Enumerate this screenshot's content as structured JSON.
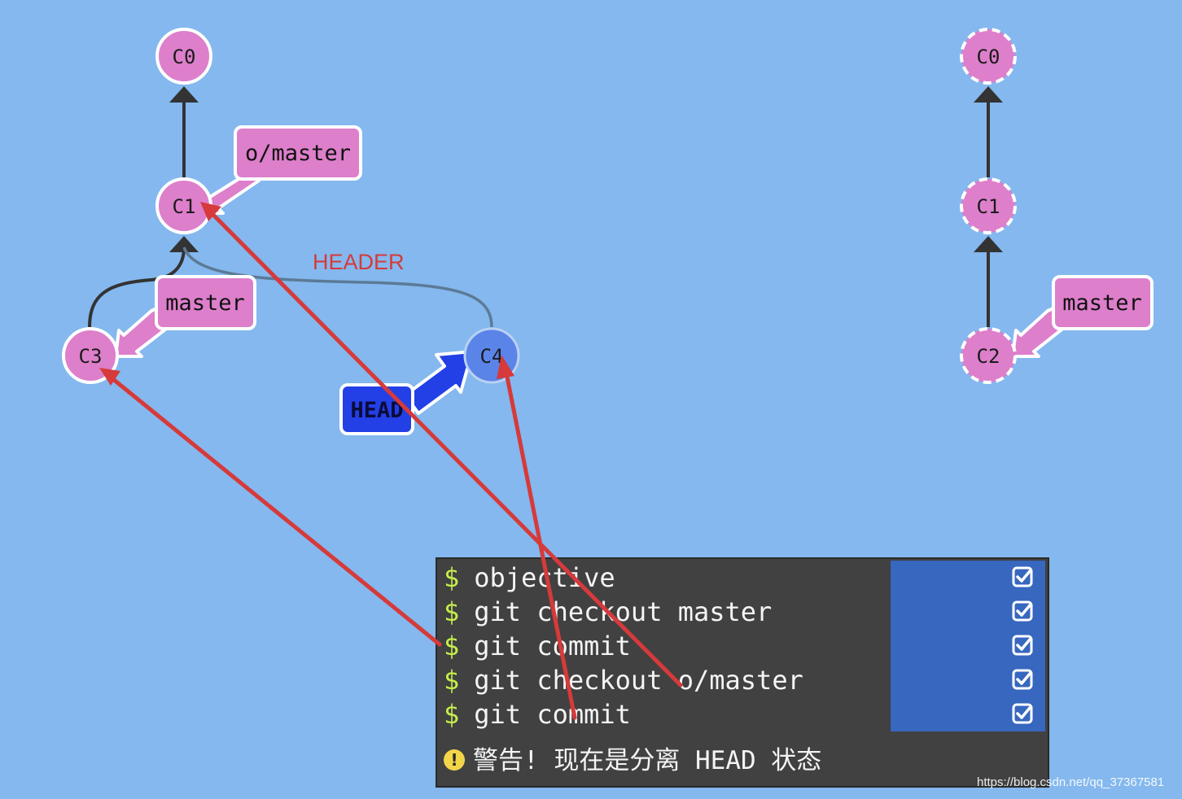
{
  "left_tree": {
    "commits": [
      {
        "id": "C0",
        "label": "C0"
      },
      {
        "id": "C1",
        "label": "C1"
      },
      {
        "id": "C3",
        "label": "C3"
      },
      {
        "id": "C4",
        "label": "C4"
      }
    ],
    "branches": [
      {
        "name": "o/master",
        "target": "C1"
      },
      {
        "name": "master",
        "target": "C3"
      }
    ],
    "head": {
      "label": "HEAD",
      "target": "C4"
    }
  },
  "right_tree": {
    "commits": [
      {
        "id": "C0",
        "label": "C0"
      },
      {
        "id": "C1",
        "label": "C1"
      },
      {
        "id": "C2",
        "label": "C2"
      }
    ],
    "branches": [
      {
        "name": "master",
        "target": "C2"
      }
    ]
  },
  "annotation": {
    "header_label": "HEADER"
  },
  "terminal": {
    "prompt": "$",
    "commands": [
      "objective",
      "git checkout master",
      "git commit",
      "git checkout o/master",
      "git commit"
    ],
    "warning": "警告! 现在是分离 HEAD 状态"
  },
  "watermark": "https://blog.csdn.net/qq_37367581",
  "colors": {
    "background": "#84b8ee",
    "commit": "#dd7fcb",
    "head_commit": "#5a84e8",
    "head_label": "#2340e6",
    "annotation": "#d63a3a",
    "terminal": "#414141",
    "prompt": "#c6ee4c"
  }
}
